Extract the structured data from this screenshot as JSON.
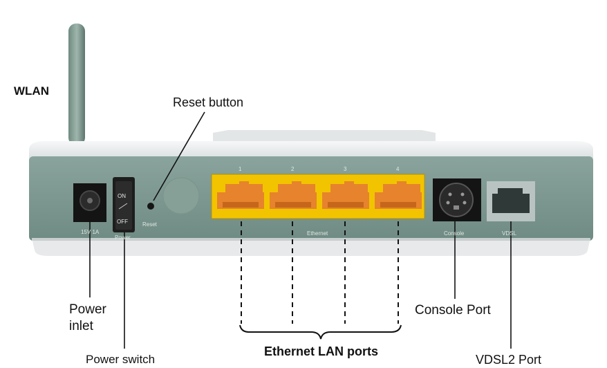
{
  "callouts": {
    "wlan": "WLAN",
    "reset_button": "Reset button",
    "power_inlet": "Power\ninlet",
    "power_switch": "Power switch",
    "ethernet_lan_ports": "Ethernet LAN ports",
    "console_port": "Console Port",
    "vdsl2_port": "VDSL2 Port"
  },
  "device_labels": {
    "power_rating": "15V 1A",
    "switch_on": "ON",
    "switch_off": "OFF",
    "power": "Power",
    "reset": "Reset",
    "port_numbers": [
      "1",
      "2",
      "3",
      "4"
    ],
    "ethernet": "Ethernet",
    "console": "Console",
    "vdsl": "VDSL"
  },
  "colors": {
    "body_panel": "#7f9a93",
    "casing": "#e9ebec",
    "ethernet_block": "#f2c400",
    "rj45_port": "#e6832c"
  }
}
